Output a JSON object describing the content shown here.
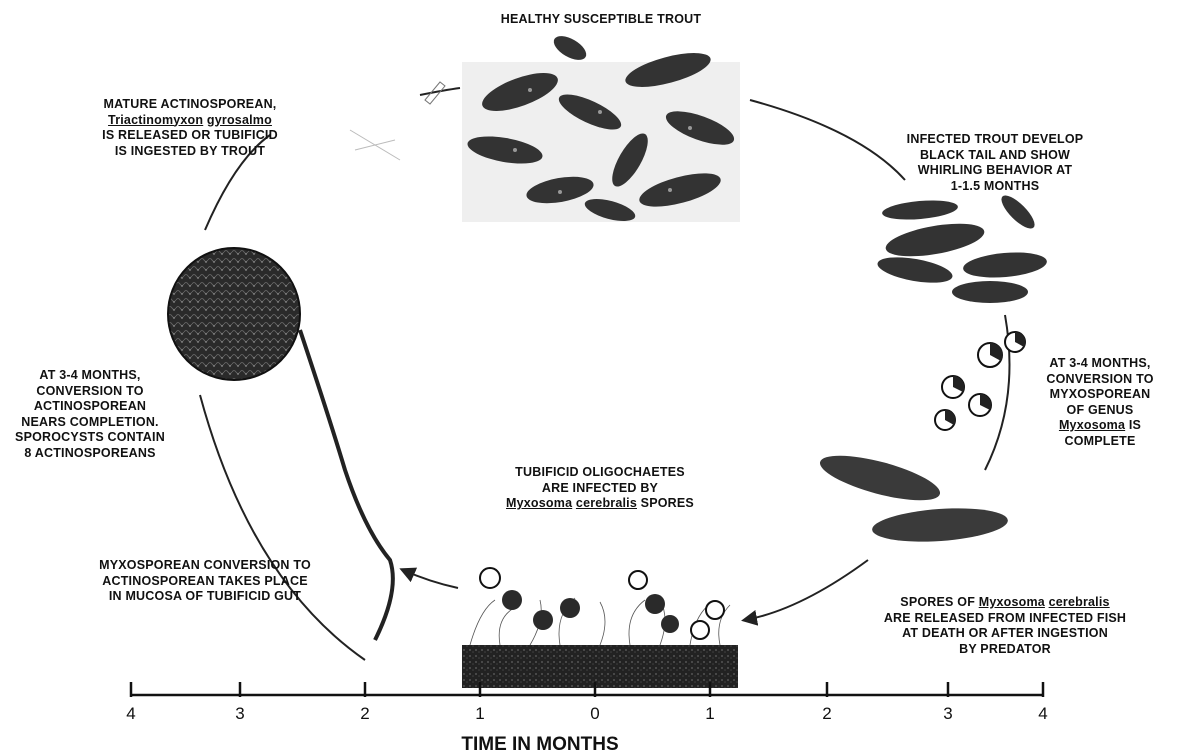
{
  "labels": {
    "healthy": [
      "HEALTHY SUSCEPTIBLE TROUT"
    ],
    "infected": [
      "INFECTED TROUT DEVELOP",
      "BLACK TAIL AND SHOW",
      "WHIRLING BEHAVIOR AT",
      "1-1.5 MONTHS"
    ],
    "myxo_conversion": [
      "AT 3-4 MONTHS,",
      "CONVERSION TO",
      "MYXOSPOREAN",
      "OF GENUS"
    ],
    "myxo_genus": "Myxosoma",
    "myxo_is": " IS",
    "myxo_complete": "COMPLETE",
    "spores_prefix": "SPORES OF ",
    "spores_genus": "Myxosoma",
    "spores_species": "cerebralis",
    "spores_rest": [
      "ARE RELEASED FROM INFECTED FISH",
      "AT DEATH OR AFTER INGESTION",
      "BY PREDATOR"
    ],
    "tubificid": [
      "TUBIFICID OLIGOCHAETES",
      "ARE INFECTED BY"
    ],
    "tubificid_genus": "Myxosoma",
    "tubificid_species": "cerebralis",
    "tubificid_suffix": " SPORES",
    "gut": [
      "MYXOSPOREAN CONVERSION TO",
      "ACTINOSPOREAN TAKES PLACE",
      "IN MUCOSA OF TUBIFICID GUT"
    ],
    "actino_conversion": [
      "AT 3-4 MONTHS,",
      "CONVERSION TO",
      "ACTINOSPOREAN",
      "NEARS COMPLETION.",
      "SPOROCYSTS CONTAIN",
      "8 ACTINOSPOREANS"
    ],
    "mature_title": "MATURE ACTINOSPOREAN,",
    "mature_genus": "Triactinomyxon",
    "mature_species": "gyrosalmo",
    "mature_rest": [
      "IS RELEASED OR TUBIFICID",
      "IS INGESTED BY TROUT"
    ]
  },
  "timeline": {
    "ticks": [
      "4",
      "3",
      "2",
      "1",
      "0",
      "1",
      "2",
      "3",
      "4"
    ],
    "title": "TIME IN MONTHS"
  }
}
